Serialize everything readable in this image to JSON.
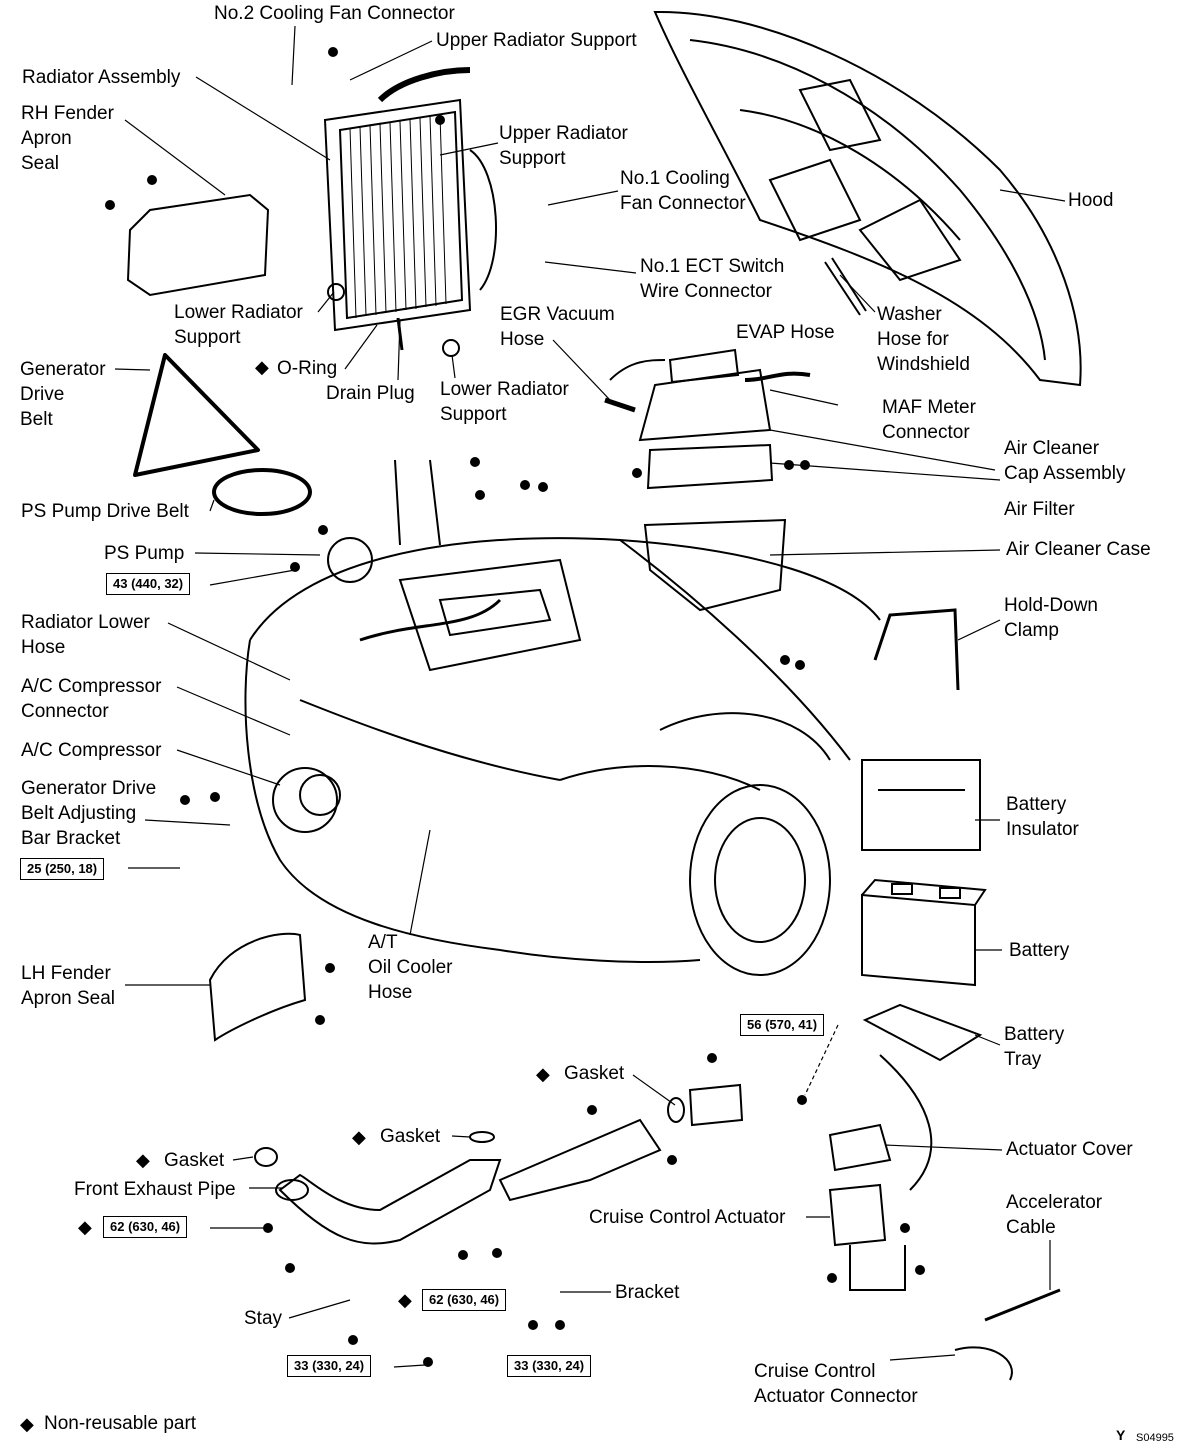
{
  "labels": {
    "no2_cooling_fan_connector": "No.2 Cooling Fan Connector",
    "upper_radiator_support_1": "Upper Radiator Support",
    "radiator_assembly": "Radiator Assembly",
    "rh_fender_apron_seal": "RH Fender\nApron\nSeal",
    "upper_radiator_support_2": "Upper Radiator\nSupport",
    "no1_cooling_fan_connector": "No.1 Cooling\nFan Connector",
    "hood": "Hood",
    "no1_ect_switch": "No.1 ECT Switch\nWire Connector",
    "lower_radiator_support_1": "Lower Radiator\nSupport",
    "egr_vacuum_hose": "EGR Vacuum\nHose",
    "evap_hose": "EVAP Hose",
    "washer_hose": "Washer\nHose for\nWindshield",
    "generator_drive_belt": "Generator\nDrive\nBelt",
    "o_ring": "O-Ring",
    "drain_plug": "Drain Plug",
    "lower_radiator_support_2": "Lower Radiator\nSupport",
    "maf_meter_connector": "MAF Meter\nConnector",
    "air_cleaner_cap": "Air Cleaner\nCap Assembly",
    "ps_pump_drive_belt": "PS Pump Drive Belt",
    "air_filter": "Air Filter",
    "ps_pump": "PS Pump",
    "air_cleaner_case": "Air Cleaner Case",
    "radiator_lower_hose": "Radiator Lower\nHose",
    "hold_down_clamp": "Hold-Down\nClamp",
    "ac_compressor_connector": "A/C Compressor\nConnector",
    "ac_compressor": "A/C Compressor",
    "generator_bracket": "Generator Drive\nBelt Adjusting\nBar Bracket",
    "battery_insulator": "Battery\nInsulator",
    "battery": "Battery",
    "at_oil_cooler_hose": "A/T\nOil Cooler\nHose",
    "lh_fender_apron_seal": "LH Fender\nApron Seal",
    "battery_tray": "Battery\nTray",
    "gasket_1": "Gasket",
    "actuator_cover": "Actuator Cover",
    "gasket_2": "Gasket",
    "gasket_3": "Gasket",
    "front_exhaust_pipe": "Front Exhaust Pipe",
    "cruise_control_actuator": "Cruise Control Actuator",
    "accelerator_cable": "Accelerator\nCable",
    "bracket": "Bracket",
    "stay": "Stay",
    "cruise_connector": "Cruise Control\nActuator Connector",
    "legend": "Non-reusable part"
  },
  "torques": {
    "ps_pump": "43 (440, 32)",
    "generator_bracket": "25 (250, 18)",
    "exhaust_top": "56 (570, 41)",
    "front_pipe": "62 (630, 46)",
    "center": "62 (630, 46)",
    "stay": "33 (330, 24)",
    "bracket": "33 (330, 24)"
  },
  "symbols": {
    "non_reusable": "◆"
  },
  "footer": {
    "marker": "Y",
    "code": "S04995"
  }
}
